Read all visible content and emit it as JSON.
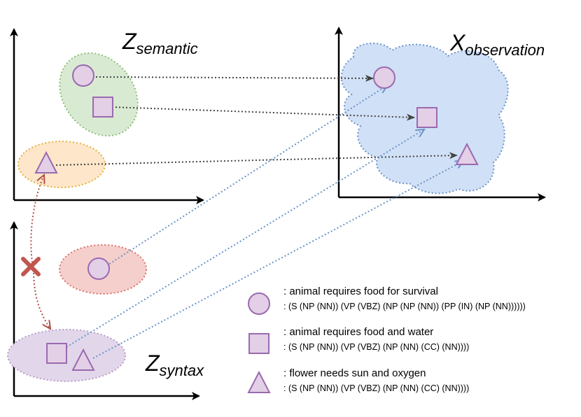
{
  "spaces": {
    "semantic": {
      "base": "Z",
      "subscript": "semantic"
    },
    "observation": {
      "base": "X",
      "subscript": "observation"
    },
    "syntax": {
      "base": "Z",
      "subscript": "syntax"
    }
  },
  "legend": [
    {
      "shape": "circle",
      "sentence": ": animal requires food for survival",
      "parse": ": (S (NP (NN)) (VP (VBZ) (NP (NP (NN)) (PP (IN) (NP (NN))))))"
    },
    {
      "shape": "square",
      "sentence": ": animal requires food and water",
      "parse": ": (S (NP (NN)) (VP (VBZ) (NP (NN) (CC) (NN))))"
    },
    {
      "shape": "triangle",
      "sentence": ": flower needs sun and oxygen",
      "parse": ": (S (NP (NN)) (VP (VBZ) (NP (NN) (CC) (NN))))"
    }
  ],
  "colors": {
    "shape_fill": "#e3cfe6",
    "shape_stroke": "#9a6ab0",
    "semantic_green": "#d9ead3",
    "semantic_orange": "#fde6c9",
    "syntax_red": "#f5cfcb",
    "syntax_purple": "#e2d7ea",
    "observation_blue": "#d0e0f6",
    "gray_arrow": "#444444",
    "blue_arrow": "#6c93c9",
    "red_arrow": "#b0504a"
  },
  "icons": {
    "blocked_marker": "x-mark-icon"
  }
}
